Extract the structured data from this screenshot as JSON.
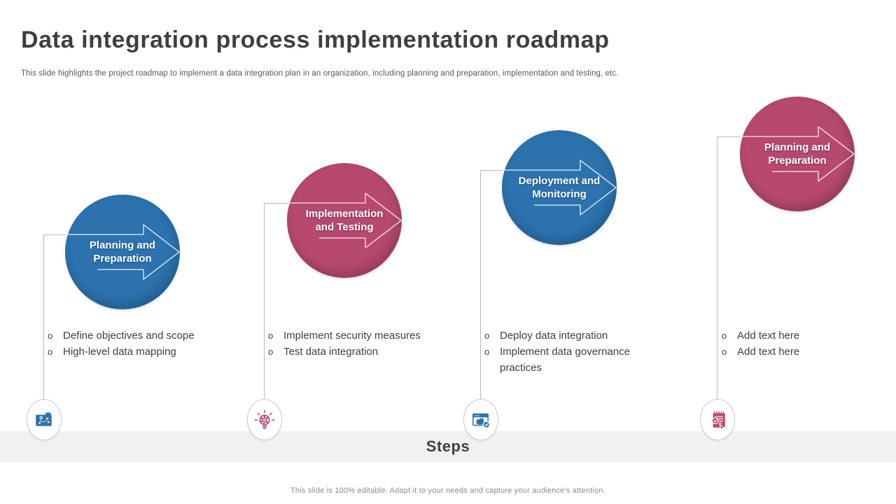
{
  "slide": {
    "title": "Data integration process implementation roadmap",
    "subtitle": "This slide highlights the project roadmap to implement a data integration plan in an organization, including planning and preparation, implementation and testing, etc.",
    "band_label": "Steps",
    "footer": "This slide is 100% editable. Adapt it to your needs and capture your audience's attention."
  },
  "colors": {
    "blue": "#2B72AE",
    "pink": "#B7486F",
    "title_text": "#3F3F3F",
    "body_text": "#404040",
    "connector": "#B9B9B9",
    "band_bg": "#F1F1F1"
  },
  "steps": [
    {
      "label": "Planning and Preparation",
      "color": "#2B72AE",
      "icon": "strategy-map-icon",
      "bullets": [
        "Define objectives and scope",
        "High-level data mapping"
      ]
    },
    {
      "label": "Implementation and Testing",
      "color": "#B7486F",
      "icon": "idea-gear-bulb-icon",
      "bullets": [
        "Implement security measures",
        "Test data integration"
      ]
    },
    {
      "label": "Deployment and Monitoring",
      "color": "#2B72AE",
      "icon": "cloud-deployment-icon",
      "bullets": [
        "Deploy data integration",
        "Implement data governance practices"
      ]
    },
    {
      "label": "Planning and Preparation",
      "color": "#B7486F",
      "icon": "checklist-review-icon",
      "bullets": [
        "Add text here",
        "Add text here"
      ]
    }
  ]
}
